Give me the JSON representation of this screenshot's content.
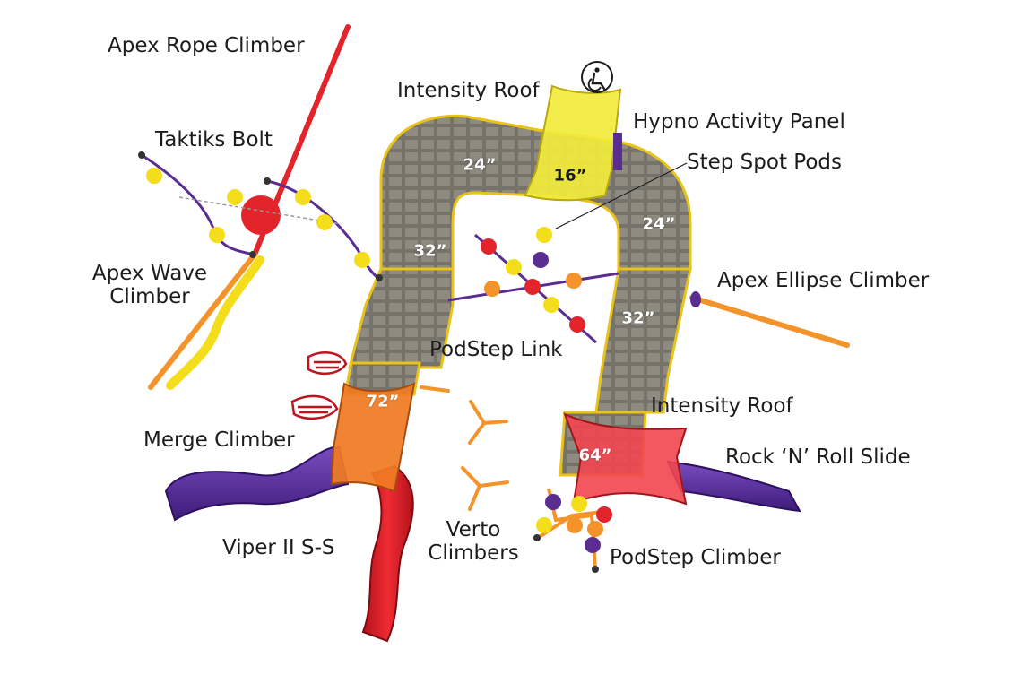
{
  "labels": {
    "apex_rope_climber": "Apex Rope Climber",
    "intensity_roof_top": "Intensity Roof",
    "hypno_activity_panel": "Hypno Activity Panel",
    "taktiks_bolt": "Taktiks Bolt",
    "step_spot_pods": "Step Spot Pods",
    "apex_wave_climber_line1": "Apex Wave",
    "apex_wave_climber_line2": "Climber",
    "apex_ellipse_climber": "Apex Ellipse Climber",
    "podstep_link": "PodStep Link",
    "intensity_roof_bottom": "Intensity Roof",
    "merge_climber": "Merge Climber",
    "rock_n_roll_slide": "Rock ‘N’ Roll Slide",
    "viper_ii_ss": "Viper II S-S",
    "verto_climbers_line1": "Verto",
    "verto_climbers_line2": "Climbers",
    "podstep_climber": "PodStep Climber"
  },
  "heights": {
    "deck_top_left": "24”",
    "deck_top_roof": "16”",
    "deck_right_corner": "24”",
    "deck_left": "32”",
    "deck_right": "32”",
    "deck_bottom_left": "72”",
    "deck_bottom_right": "64”"
  },
  "icons": {
    "accessibility": "accessible-wheelchair-icon"
  },
  "colors": {
    "deck": "#76736a",
    "deck_edge": "#e9c21a",
    "yellow_roof": "#f2ec3c",
    "orange_roof": "#f07b23",
    "red_roof": "#f24650",
    "red": "#e3242b",
    "purple": "#5a2d91",
    "orange": "#f3932a",
    "yellow": "#f4dd1a"
  }
}
